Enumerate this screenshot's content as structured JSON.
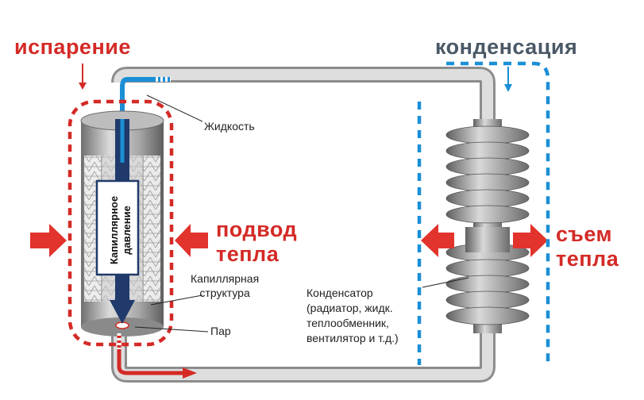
{
  "labels": {
    "evaporation": "испарение",
    "condensation": "конденсация",
    "heat_input": "подвод\nтепла",
    "heat_removal": "съем\nтепла",
    "liquid": "Жидкость",
    "capillary_pressure": "Капиллярное\nдавление",
    "capillary_structure": "Капиллярная\nструктура",
    "vapor": "Пар",
    "condenser": "Конденсатор\n(радиатор, жидк.\nтеплообменник,\nвентилятор и т.д.)"
  },
  "colors": {
    "heat_red": "#d42a26",
    "cool_blue": "#1a8fd6",
    "title_gray": "#4a5866",
    "pipe_gray": "#b9b9b9",
    "flow_navy": "#1f3a6b"
  },
  "icons": [
    "arrow-in-icon",
    "arrow-out-icon",
    "flow-arrow-icon"
  ]
}
